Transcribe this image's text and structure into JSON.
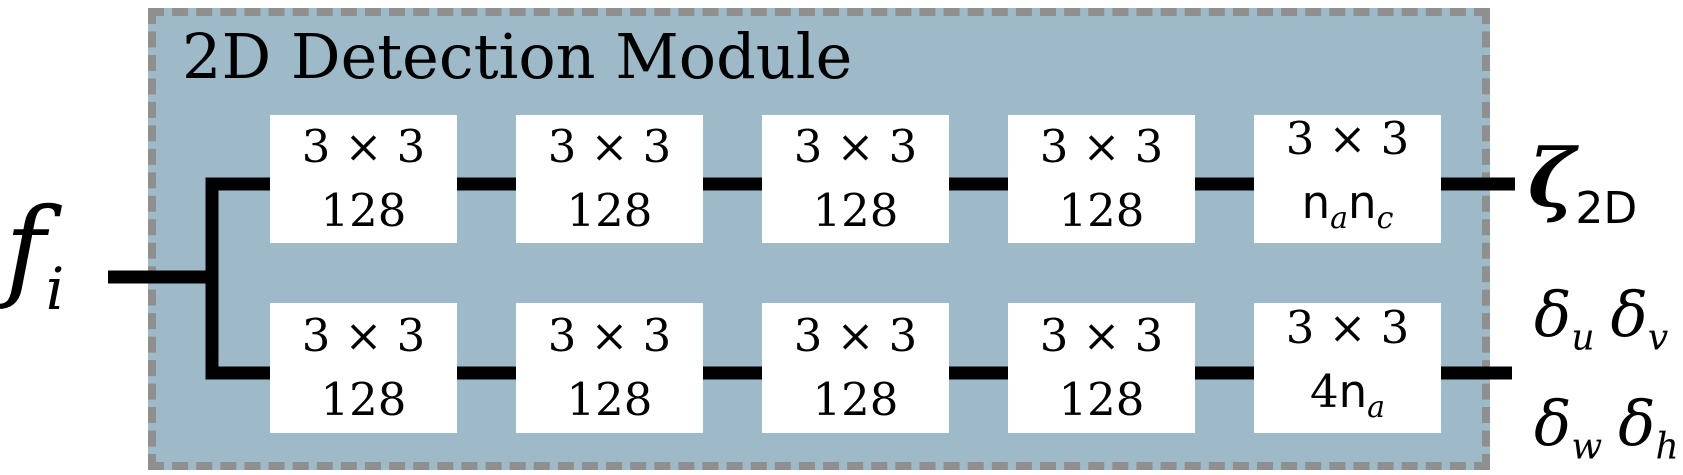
{
  "title": "2D Detection Module",
  "colors": {
    "module_background": "#9ebac8",
    "module_border": "#8f8f8f",
    "wire": "#000000",
    "box_background": "#ffffff",
    "text": "#000000"
  },
  "input": {
    "symbol": "f",
    "subscript": "i"
  },
  "branches": [
    {
      "name": "classification-branch",
      "boxes": [
        {
          "kernel": "3 × 3",
          "channels": "128"
        },
        {
          "kernel": "3 × 3",
          "channels": "128"
        },
        {
          "kernel": "3 × 3",
          "channels": "128"
        },
        {
          "kernel": "3 × 3",
          "channels": "128"
        },
        {
          "kernel": "3 × 3",
          "channels_parts": {
            "n1": "n",
            "s1": "a",
            "n2": "n",
            "s2": "c"
          }
        }
      ],
      "output": {
        "symbol": "ζ",
        "subscript": "2D"
      }
    },
    {
      "name": "regression-branch",
      "boxes": [
        {
          "kernel": "3 × 3",
          "channels": "128"
        },
        {
          "kernel": "3 × 3",
          "channels": "128"
        },
        {
          "kernel": "3 × 3",
          "channels": "128"
        },
        {
          "kernel": "3 × 3",
          "channels": "128"
        },
        {
          "kernel": "3 × 3",
          "channels_parts": {
            "num": "4",
            "n1": "n",
            "s1": "a"
          }
        }
      ],
      "output": {
        "line1": [
          {
            "symbol": "δ",
            "subscript": "u"
          },
          {
            "symbol": "δ",
            "subscript": "v"
          }
        ],
        "line2": [
          {
            "symbol": "δ",
            "subscript": "w"
          },
          {
            "symbol": "δ",
            "subscript": "h"
          }
        ]
      }
    }
  ]
}
